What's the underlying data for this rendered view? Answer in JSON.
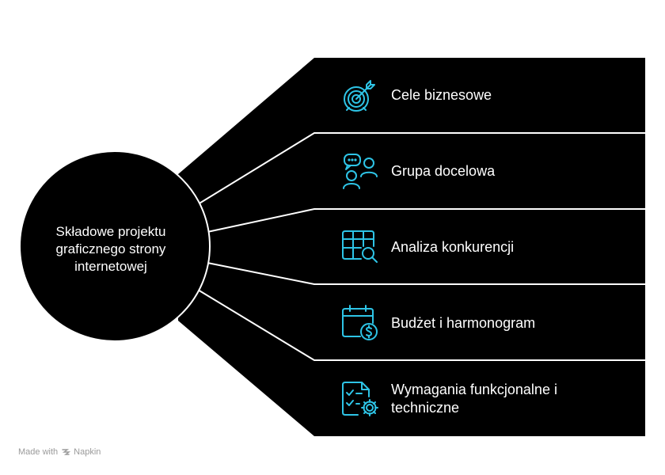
{
  "diagram": {
    "center": {
      "label": "Składowe projektu\ngraficznego strony\ninternetowej"
    },
    "items": [
      {
        "label": "Cele biznesowe",
        "icon": "target-arrow-icon"
      },
      {
        "label": "Grupa docelowa",
        "icon": "audience-chat-icon"
      },
      {
        "label": "Analiza konkurencji",
        "icon": "table-search-icon"
      },
      {
        "label": "Budżet i harmonogram",
        "icon": "calendar-dollar-icon"
      },
      {
        "label": "Wymagania funkcjonalne i\ntechniczne",
        "icon": "checklist-gear-icon"
      }
    ]
  },
  "colors": {
    "background": "#ffffff",
    "panel": "#000000",
    "divider": "#ffffff",
    "icon": "#2ec4e6",
    "text": "#ffffff"
  },
  "footer": {
    "prefix": "Made with",
    "brand": "Napkin"
  }
}
